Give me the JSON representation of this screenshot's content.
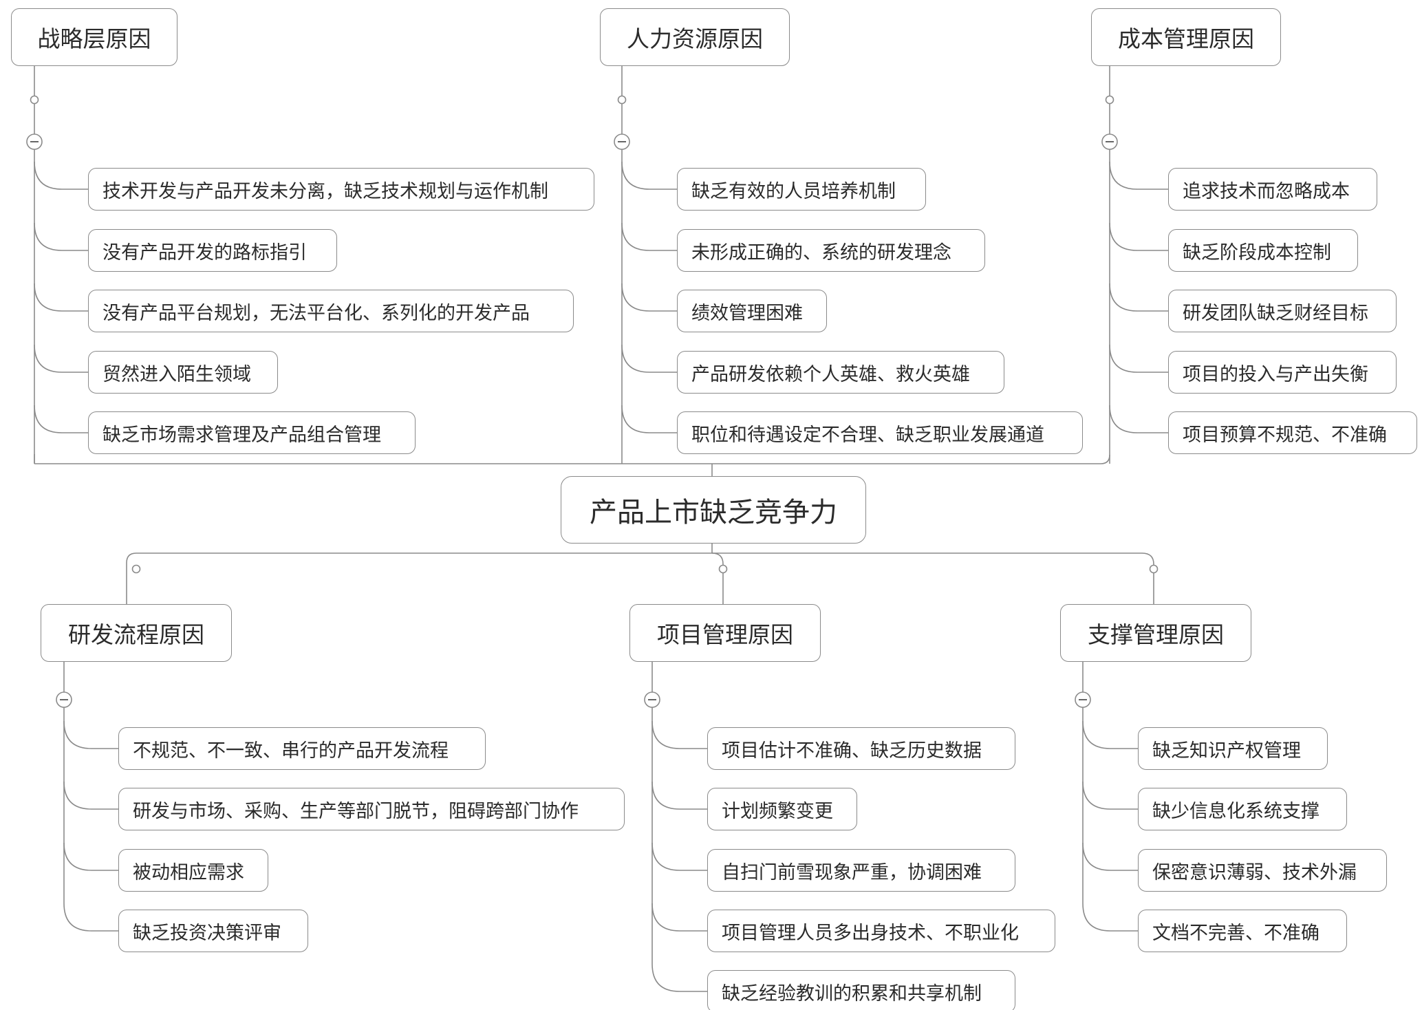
{
  "root": "产品上市缺乏竞争力",
  "top_branches": [
    {
      "label": "战略层原因",
      "items": [
        "技术开发与产品开发未分离，缺乏技术规划与运作机制",
        "没有产品开发的路标指引",
        "没有产品平台规划，无法平台化、系列化的开发产品",
        "贸然进入陌生领域",
        "缺乏市场需求管理及产品组合管理"
      ]
    },
    {
      "label": "人力资源原因",
      "items": [
        "缺乏有效的人员培养机制",
        "未形成正确的、系统的研发理念",
        "绩效管理困难",
        "产品研发依赖个人英雄、救火英雄",
        "职位和待遇设定不合理、缺乏职业发展通道"
      ]
    },
    {
      "label": "成本管理原因",
      "items": [
        "追求技术而忽略成本",
        "缺乏阶段成本控制",
        "研发团队缺乏财经目标",
        "项目的投入与产出失衡",
        "项目预算不规范、不准确"
      ]
    }
  ],
  "bottom_branches": [
    {
      "label": "研发流程原因",
      "items": [
        "不规范、不一致、串行的产品开发流程",
        "研发与市场、采购、生产等部门脱节，阻碍跨部门协作",
        "被动相应需求",
        "缺乏投资决策评审"
      ]
    },
    {
      "label": "项目管理原因",
      "items": [
        "项目估计不准确、缺乏历史数据",
        "计划频繁变更",
        "自扫门前雪现象严重，协调困难",
        "项目管理人员多出身技术、不职业化",
        "缺乏经验教训的积累和共享机制"
      ]
    },
    {
      "label": "支撑管理原因",
      "items": [
        "缺乏知识产权管理",
        "缺少信息化系统支撑",
        "保密意识薄弱、技术外漏",
        "文档不完善、不准确"
      ]
    }
  ]
}
